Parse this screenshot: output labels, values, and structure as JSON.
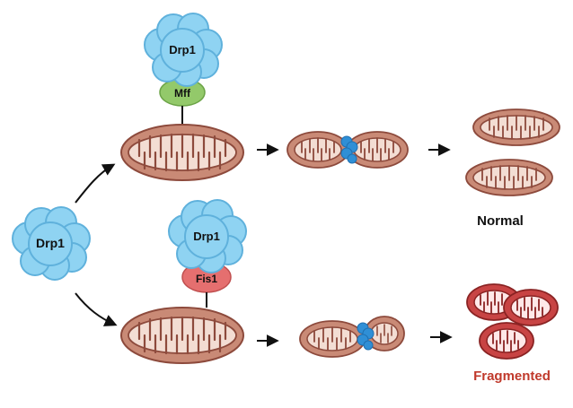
{
  "labels": {
    "drp1_top": "Drp1",
    "mff": "Mff",
    "drp1_center": "Drp1",
    "drp1_bottom": "Drp1",
    "fis1": "Fis1",
    "normal": "Normal",
    "fragmented": "Fragmented"
  },
  "colors": {
    "drp1_fill": "#8fd3f2",
    "drp1_stroke": "#5fb1dc",
    "mff_fill": "#93c96a",
    "fis1_fill": "#e56f6f",
    "mito_outer": "#c98a76",
    "mito_stroke": "#8d4a3c",
    "mito_inner": "#f3ddd3",
    "constriction": "#2f8fd6",
    "fragment_outer": "#c84444",
    "fragment_inner": "#ffe8e8",
    "normal_text": "#111111",
    "fragmented_text": "#c0392b"
  }
}
